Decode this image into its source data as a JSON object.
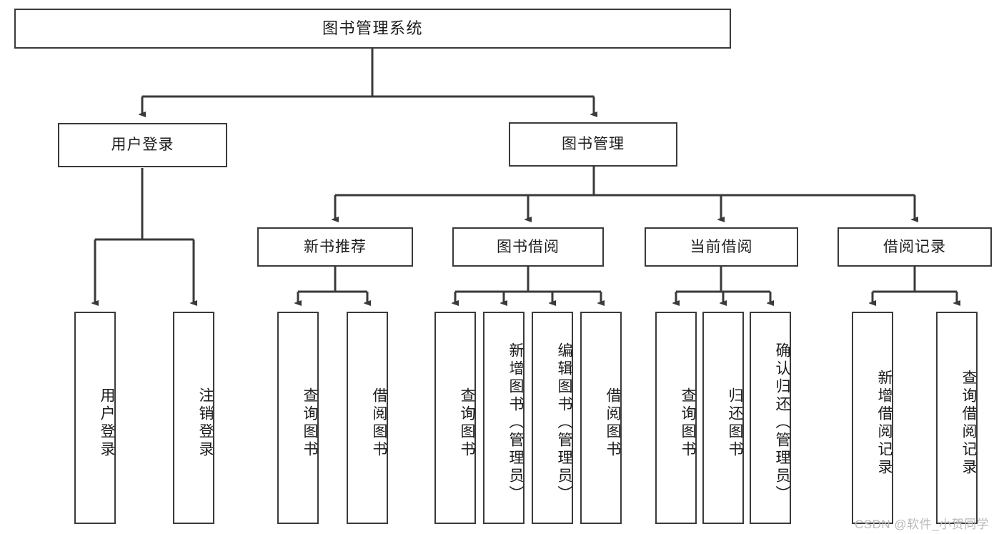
{
  "diagram": {
    "title": "图书管理系统",
    "type": "tree",
    "orientation": "top-down",
    "colors": {
      "box_border": "#3a3a3a",
      "box_fill": "#ffffff",
      "edge": "#3a3a3a",
      "text": "#1c1c1c",
      "watermark": "#b9b9b9",
      "background": "#ffffff"
    },
    "root": {
      "id": "root",
      "label": "图书管理系统",
      "orientation": "horizontal"
    },
    "level2": [
      {
        "id": "user-login",
        "label": "用户登录",
        "orientation": "horizontal"
      },
      {
        "id": "book-manage",
        "label": "图书管理",
        "orientation": "horizontal"
      }
    ],
    "level3": [
      {
        "id": "new-book-recommend",
        "label": "新书推荐",
        "orientation": "horizontal",
        "parent": "book-manage"
      },
      {
        "id": "book-borrow",
        "label": "图书借阅",
        "orientation": "horizontal",
        "parent": "book-manage"
      },
      {
        "id": "current-borrow",
        "label": "当前借阅",
        "orientation": "horizontal",
        "parent": "book-manage"
      },
      {
        "id": "borrow-record",
        "label": "借阅记录",
        "orientation": "horizontal",
        "parent": "book-manage"
      }
    ],
    "leaves": [
      {
        "id": "leaf-user-login",
        "label": "用户登录",
        "orientation": "vertical",
        "parent": "user-login"
      },
      {
        "id": "leaf-logout-login",
        "label": "注销登录",
        "orientation": "vertical",
        "parent": "user-login"
      },
      {
        "id": "leaf-query-book-1",
        "label": "查询图书",
        "orientation": "vertical",
        "parent": "new-book-recommend"
      },
      {
        "id": "leaf-borrow-book-1",
        "label": "借阅图书",
        "orientation": "vertical",
        "parent": "new-book-recommend"
      },
      {
        "id": "leaf-query-book-2",
        "label": "查询图书",
        "orientation": "vertical",
        "parent": "book-borrow"
      },
      {
        "id": "leaf-add-book-admin",
        "label": "新增图书（管理员）",
        "orientation": "vertical",
        "parent": "book-borrow"
      },
      {
        "id": "leaf-edit-book-admin",
        "label": "编辑图书（管理员）",
        "orientation": "vertical",
        "parent": "book-borrow"
      },
      {
        "id": "leaf-borrow-book-2",
        "label": "借阅图书",
        "orientation": "vertical",
        "parent": "book-borrow"
      },
      {
        "id": "leaf-query-book-3",
        "label": "查询图书",
        "orientation": "vertical",
        "parent": "current-borrow"
      },
      {
        "id": "leaf-return-book",
        "label": "归还图书",
        "orientation": "vertical",
        "parent": "current-borrow"
      },
      {
        "id": "leaf-confirm-return-admin",
        "label": "确认归还（管理员）",
        "orientation": "vertical",
        "parent": "current-borrow"
      },
      {
        "id": "leaf-add-borrow-record",
        "label": "新增借阅记录",
        "orientation": "vertical",
        "parent": "borrow-record"
      },
      {
        "id": "leaf-query-borrow-record",
        "label": "查询借阅记录",
        "orientation": "vertical",
        "parent": "borrow-record"
      }
    ],
    "watermark": "CSDN @软件_小贺同学"
  }
}
